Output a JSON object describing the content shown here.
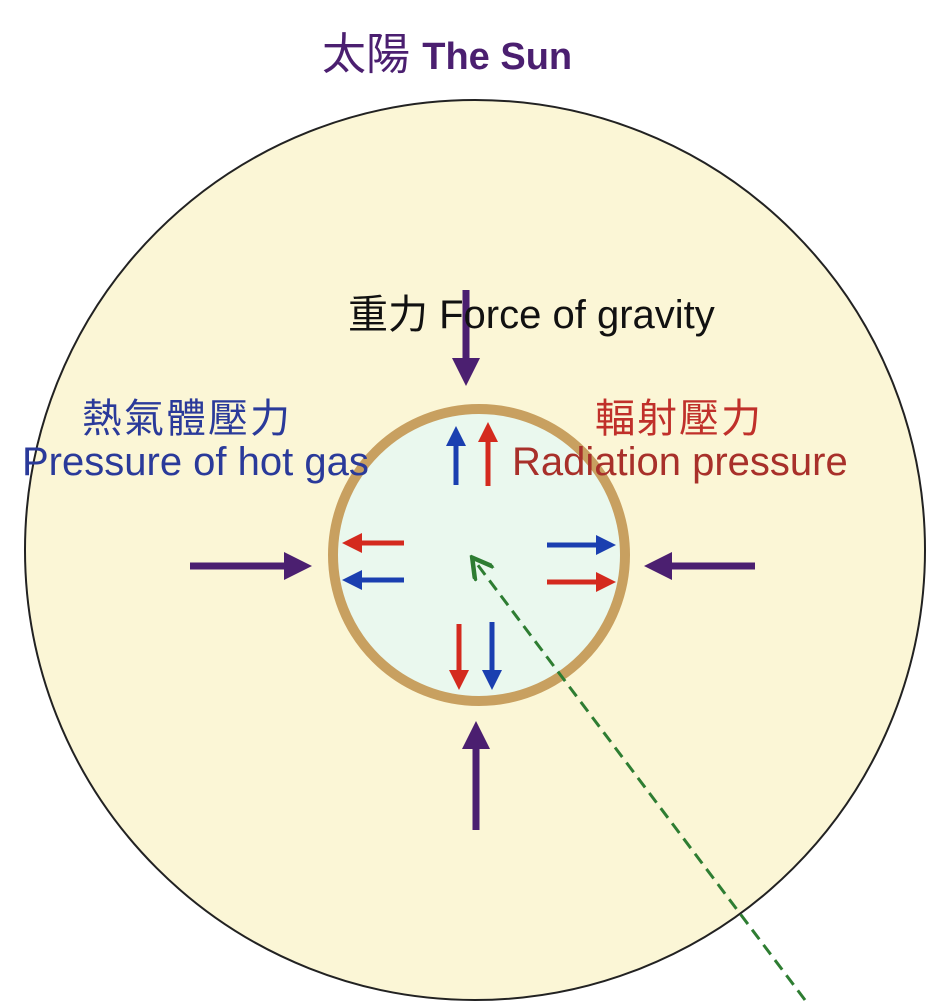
{
  "title": {
    "zh": "太陽",
    "en": "The Sun"
  },
  "gravity": {
    "label": "重力 Force of gravity"
  },
  "gas_pressure": {
    "zh": "熱氣體壓力",
    "en": "Pressure of hot gas"
  },
  "radiation_pressure": {
    "zh": "輻射壓力",
    "en": "Radiation pressure"
  },
  "colors": {
    "sun": "#fbf6d6",
    "core": "#eaf8ee",
    "ring": "#c8a060",
    "gravity": "#4b1f70",
    "gas": "#1a3fb0",
    "radiation": "#d42a1e",
    "pointer": "#2e7d32"
  }
}
